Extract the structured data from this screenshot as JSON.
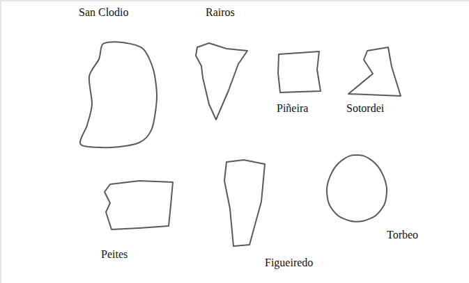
{
  "diagram": {
    "nodes": [
      {
        "text": [
          "San Clodio"
        ]
      },
      {
        "text": [
          "Rairos"
        ]
      },
      {
        "text": [
          "Piñeira"
        ]
      },
      {
        "text": [
          "Sotordei"
        ]
      },
      {
        "text": [
          "Peites"
        ]
      },
      {
        "text": [
          "Figueiredo"
        ]
      },
      {
        "text": [
          "Torbeo"
        ]
      }
    ]
  }
}
